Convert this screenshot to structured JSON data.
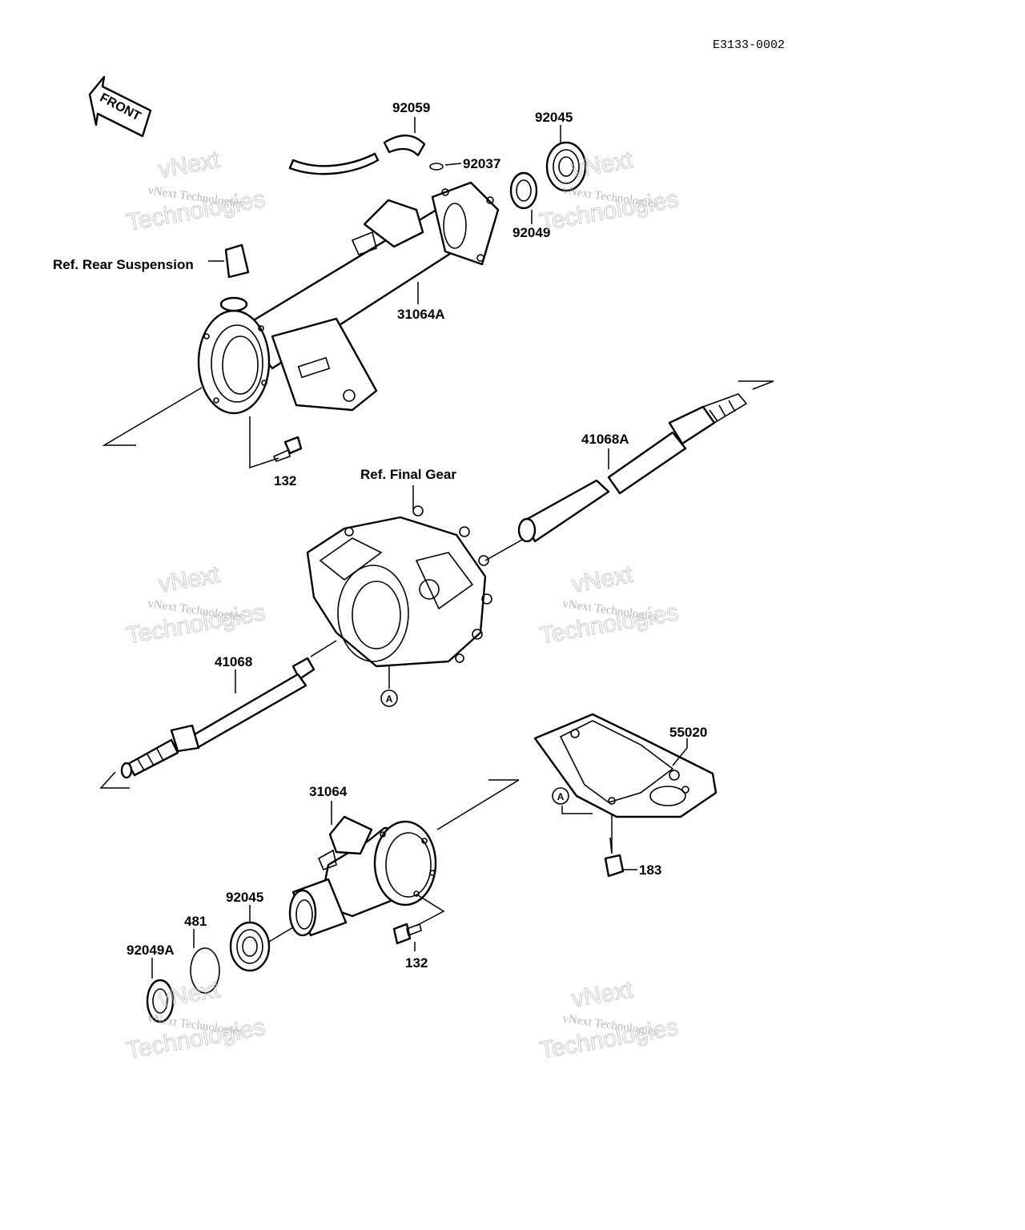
{
  "diagram_ref": "E3133-0002",
  "front_label": "FRONT",
  "ref_rear_suspension": "Ref. Rear Suspension",
  "ref_final_gear": "Ref. Final Gear",
  "callout_marker": "A",
  "parts": {
    "p92059": "92059",
    "p92037": "92037",
    "p92045_top": "92045",
    "p92049": "92049",
    "p31064A": "31064A",
    "p132_top": "132",
    "p41068A": "41068A",
    "p41068": "41068",
    "p55020": "55020",
    "p31064": "31064",
    "p183": "183",
    "p92045_bottom": "92045",
    "p481": "481",
    "p92049A": "92049A",
    "p132_bottom": "132"
  },
  "watermark": {
    "brand": "vNext",
    "line": "vNext Technologies",
    "word": "Technologies"
  }
}
